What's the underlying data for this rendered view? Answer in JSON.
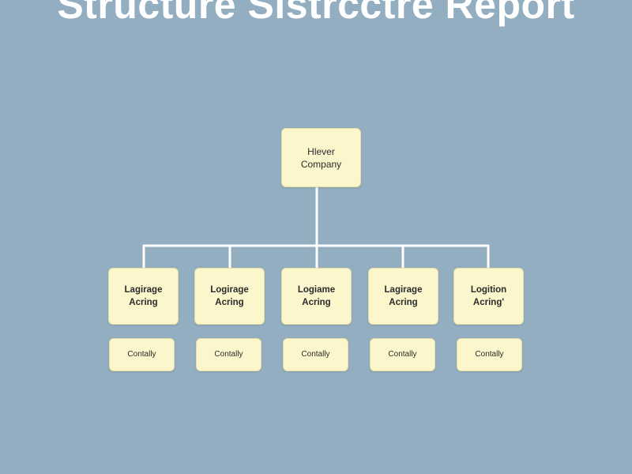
{
  "title": "Structure Sistrcctre Report",
  "root": {
    "line1": "Hlever",
    "line2": "Company"
  },
  "departments": [
    {
      "line1": "Lagirage",
      "line2": "Acring"
    },
    {
      "line1": "Logirage",
      "line2": "Acring"
    },
    {
      "line1": "Logiame",
      "line2": "Acring"
    },
    {
      "line1": "Lagirage",
      "line2": "Acring"
    },
    {
      "line1": "Logition",
      "line2": "Acring'"
    }
  ],
  "sub_items": [
    {
      "label": "Contally"
    },
    {
      "label": "Contally"
    },
    {
      "label": "Contally"
    },
    {
      "label": "Contally"
    },
    {
      "label": "Contally"
    }
  ],
  "colors": {
    "background": "#93aec0",
    "node_fill": "#fbf6cc",
    "node_border": "#e6dfa3",
    "connector": "#ffffff",
    "title": "#ffffff",
    "node_text": "#2b2b2b"
  }
}
